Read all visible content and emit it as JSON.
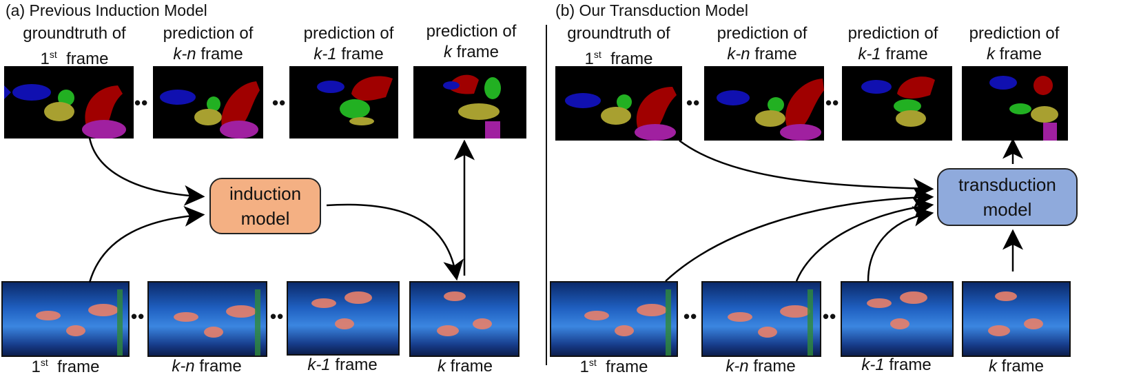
{
  "panel_a": {
    "title": "(a) Previous Induction Model",
    "labels_top": [
      {
        "pre": "groundtruth of",
        "line2a": "1",
        "sup": "st",
        "line2b": "  frame",
        "italic": ""
      },
      {
        "pre": "prediction of",
        "italic": "k-n",
        "rest": " frame"
      },
      {
        "pre": "prediction of",
        "italic": "k-1",
        "rest": " frame"
      },
      {
        "pre": "prediction of",
        "italic": "k",
        "rest": " frame"
      }
    ],
    "labels_bottom": [
      {
        "a": "1",
        "sup": "st",
        "b": "  frame",
        "italic": "",
        "rest": ""
      },
      {
        "italic": "k-n",
        "rest": " frame"
      },
      {
        "italic": "k-1",
        "rest": " frame"
      },
      {
        "italic": "k",
        "rest": " frame"
      }
    ],
    "model": {
      "label": "induction\nmodel",
      "color": "#f4b083"
    },
    "dots": "••"
  },
  "panel_b": {
    "title": "(b) Our Transduction Model",
    "model": {
      "label": "transduction\nmodel",
      "color": "#8faadc"
    },
    "dots": "••"
  },
  "colors": {
    "blue_fish": "#1010b0",
    "green": "#22b022",
    "red": "#a00000",
    "olive": "#a8a030",
    "magenta": "#a020a0"
  }
}
